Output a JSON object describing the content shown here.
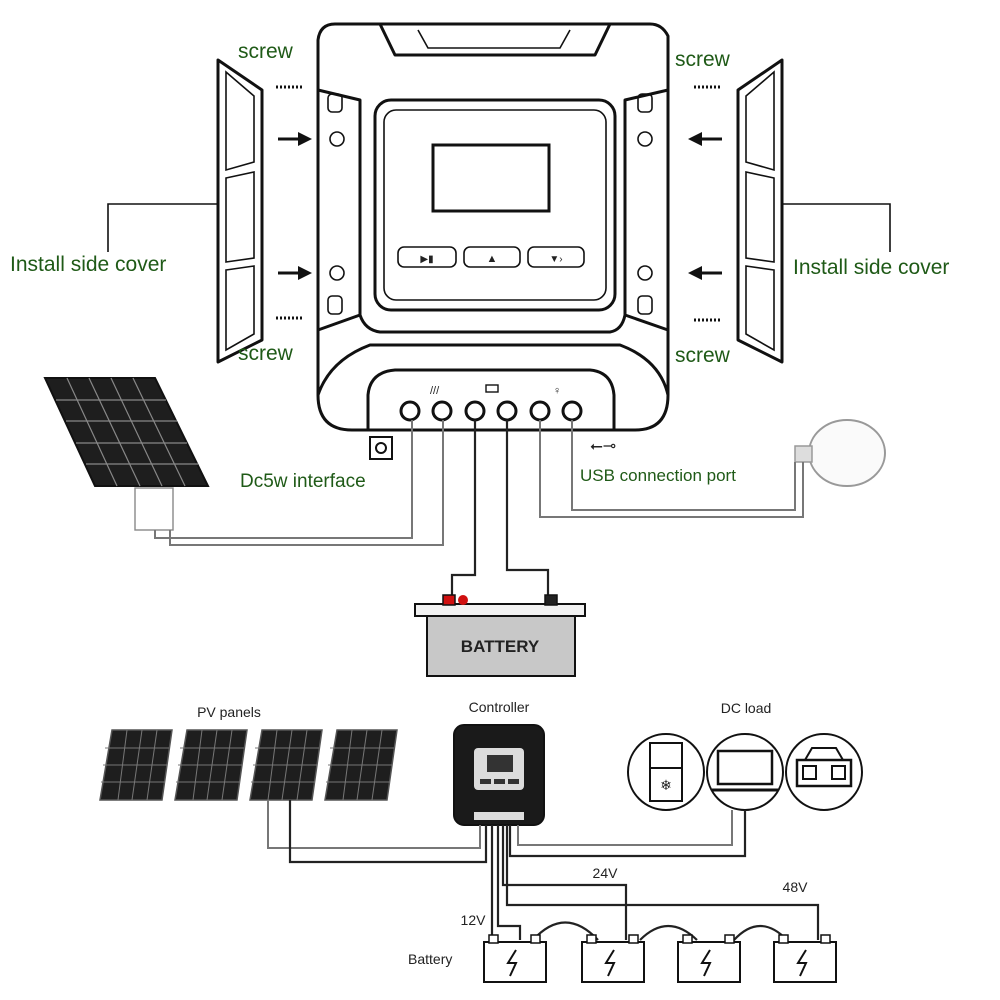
{
  "top_diagram": {
    "labels": {
      "screw_top_left": "screw",
      "screw_top_right": "screw",
      "screw_bottom_left": "screw",
      "screw_bottom_right": "screw",
      "install_left": "Install side cover",
      "install_right": "Install side cover",
      "dc5w": "Dc5w interface",
      "usb": "USB connection port",
      "battery": "BATTERY"
    }
  },
  "bottom_diagram": {
    "labels": {
      "pv_panels": "PV panels",
      "controller": "Controller",
      "dc_load": "DC load",
      "v24": "24V",
      "v48": "48V",
      "v12": "12V",
      "battery": "Battery"
    }
  },
  "colors": {
    "label_green": "#1f5a17",
    "battery_body": "#c8c8c8",
    "terminal_red": "#d01010",
    "panel_dark": "#1e1e1e"
  }
}
